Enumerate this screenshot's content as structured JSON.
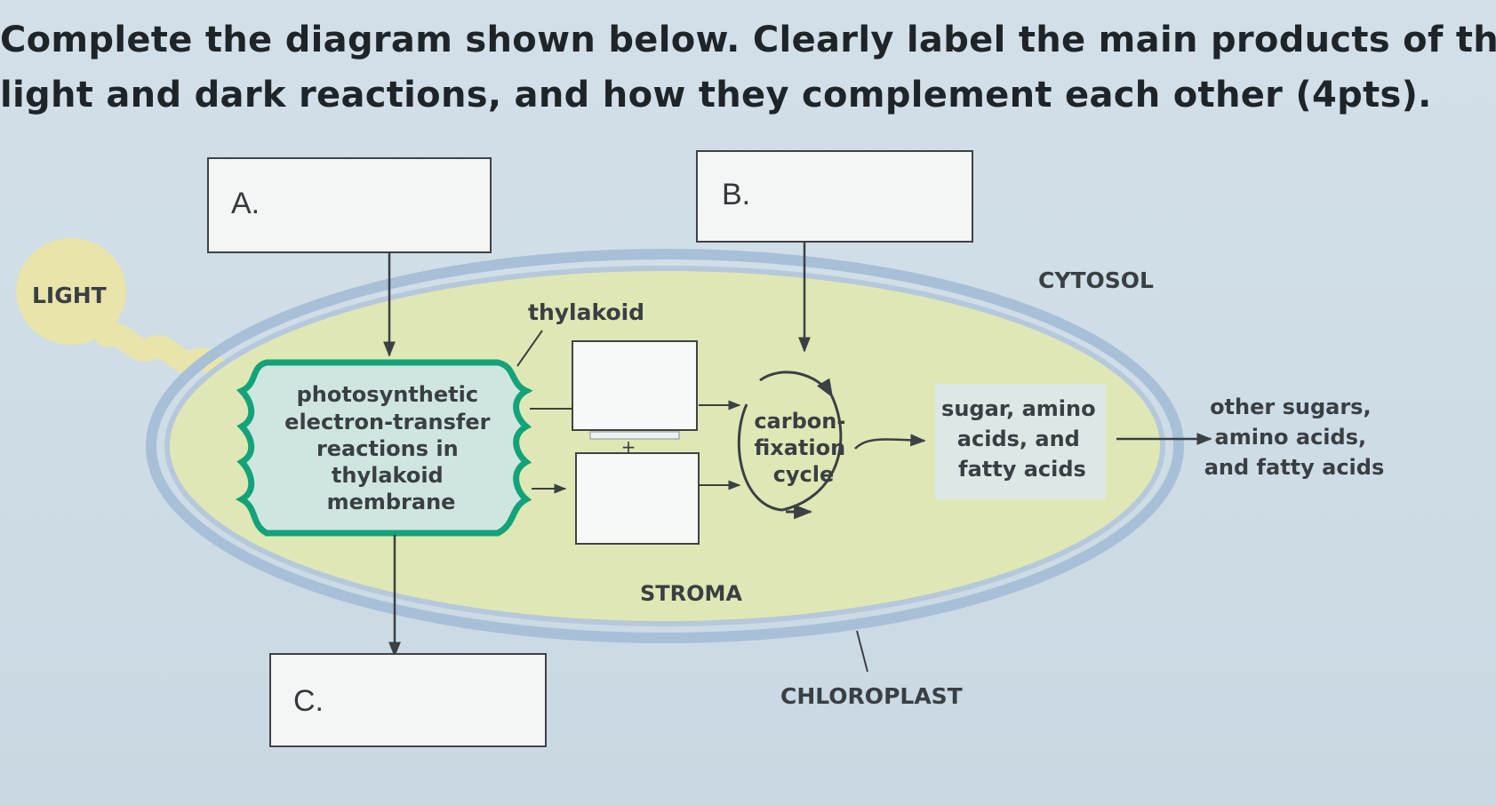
{
  "question": {
    "line1": "Complete the diagram shown below. Clearly label the main products of the",
    "line2": "light and dark reactions, and how they complement each other (4pts)."
  },
  "diagram": {
    "boxes": {
      "a": "A.",
      "b": "B.",
      "c": "C."
    },
    "light_label": "LIGHT",
    "cytosol_label": "CYTOSOL",
    "thylakoid_label": "thylakoid",
    "stroma_label": "STROMA",
    "chloroplast_label": "CHLOROPLAST",
    "plus_sign": "+",
    "membrane_lines": [
      "photosynthetic",
      "electron-transfer",
      "reactions in",
      "thylakoid",
      "membrane"
    ],
    "cycle_lines": [
      "carbon-",
      "fixation",
      "cycle"
    ],
    "products_lines": [
      "sugar, amino",
      "acids, and",
      "fatty acids"
    ],
    "other_lines": [
      "other sugars,",
      "amino acids,",
      "and fatty acids"
    ],
    "colors": {
      "membrane_green": "#13a37a",
      "stroma_fill": "#dfe8b4",
      "envelope_blue": "#a8bfd8",
      "light_fill": "#e8e3a8"
    }
  }
}
